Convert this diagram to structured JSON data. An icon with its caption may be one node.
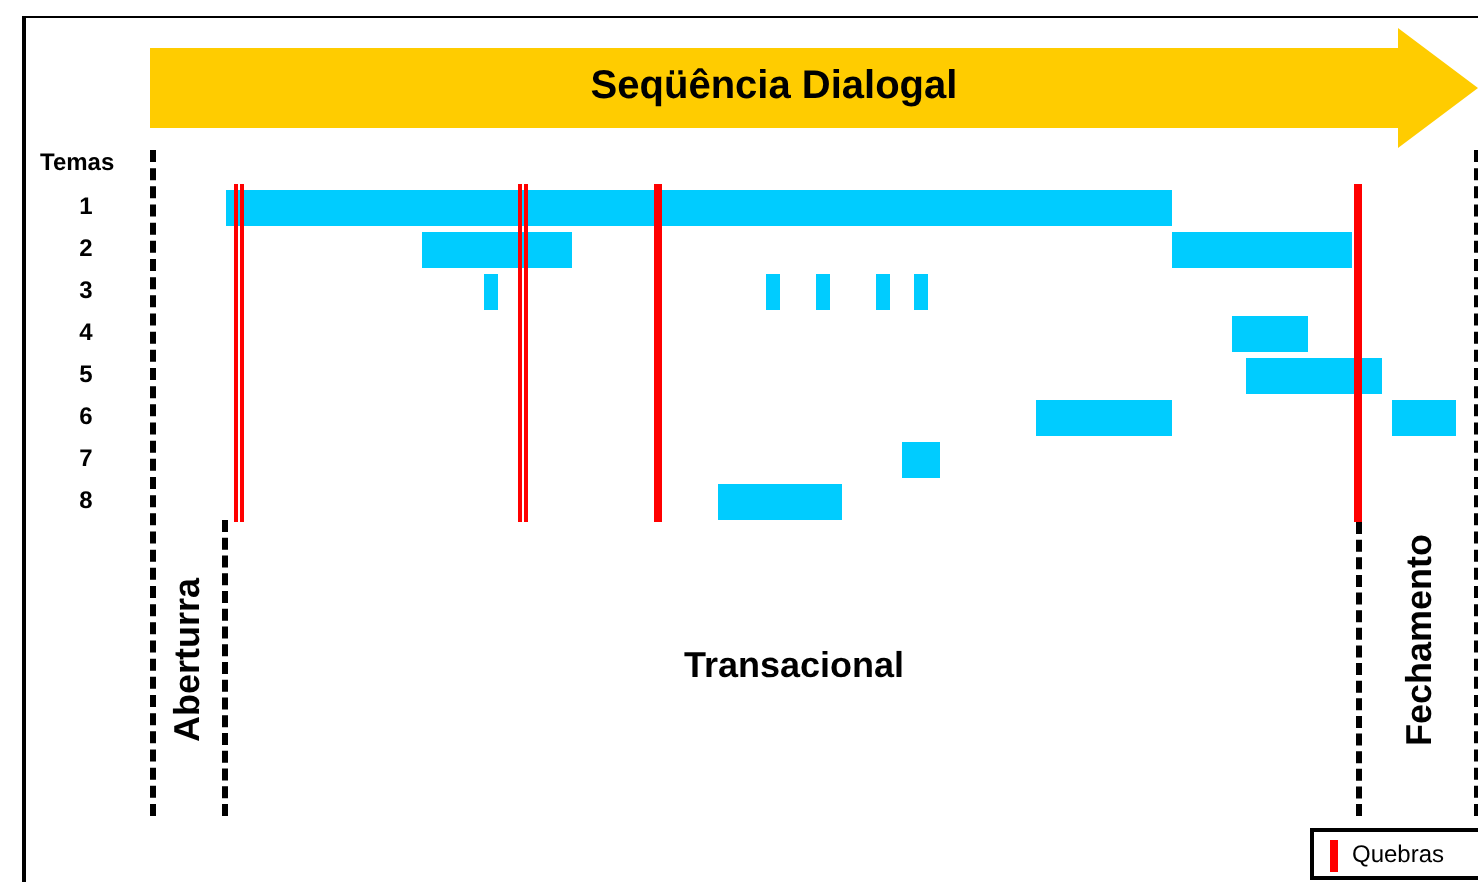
{
  "diagram": {
    "nodes": [
      {
        "text": [
          "Seqüência Dialogal"
        ]
      }
    ],
    "labels": [
      "Temas",
      "1",
      "2",
      "3",
      "4",
      "5",
      "6",
      "7",
      "8",
      "Aberturra",
      "Transacional",
      "Fechamento"
    ],
    "legend": [
      {
        "text": "Quebras",
        "color": "#ff0000"
      }
    ]
  }
}
